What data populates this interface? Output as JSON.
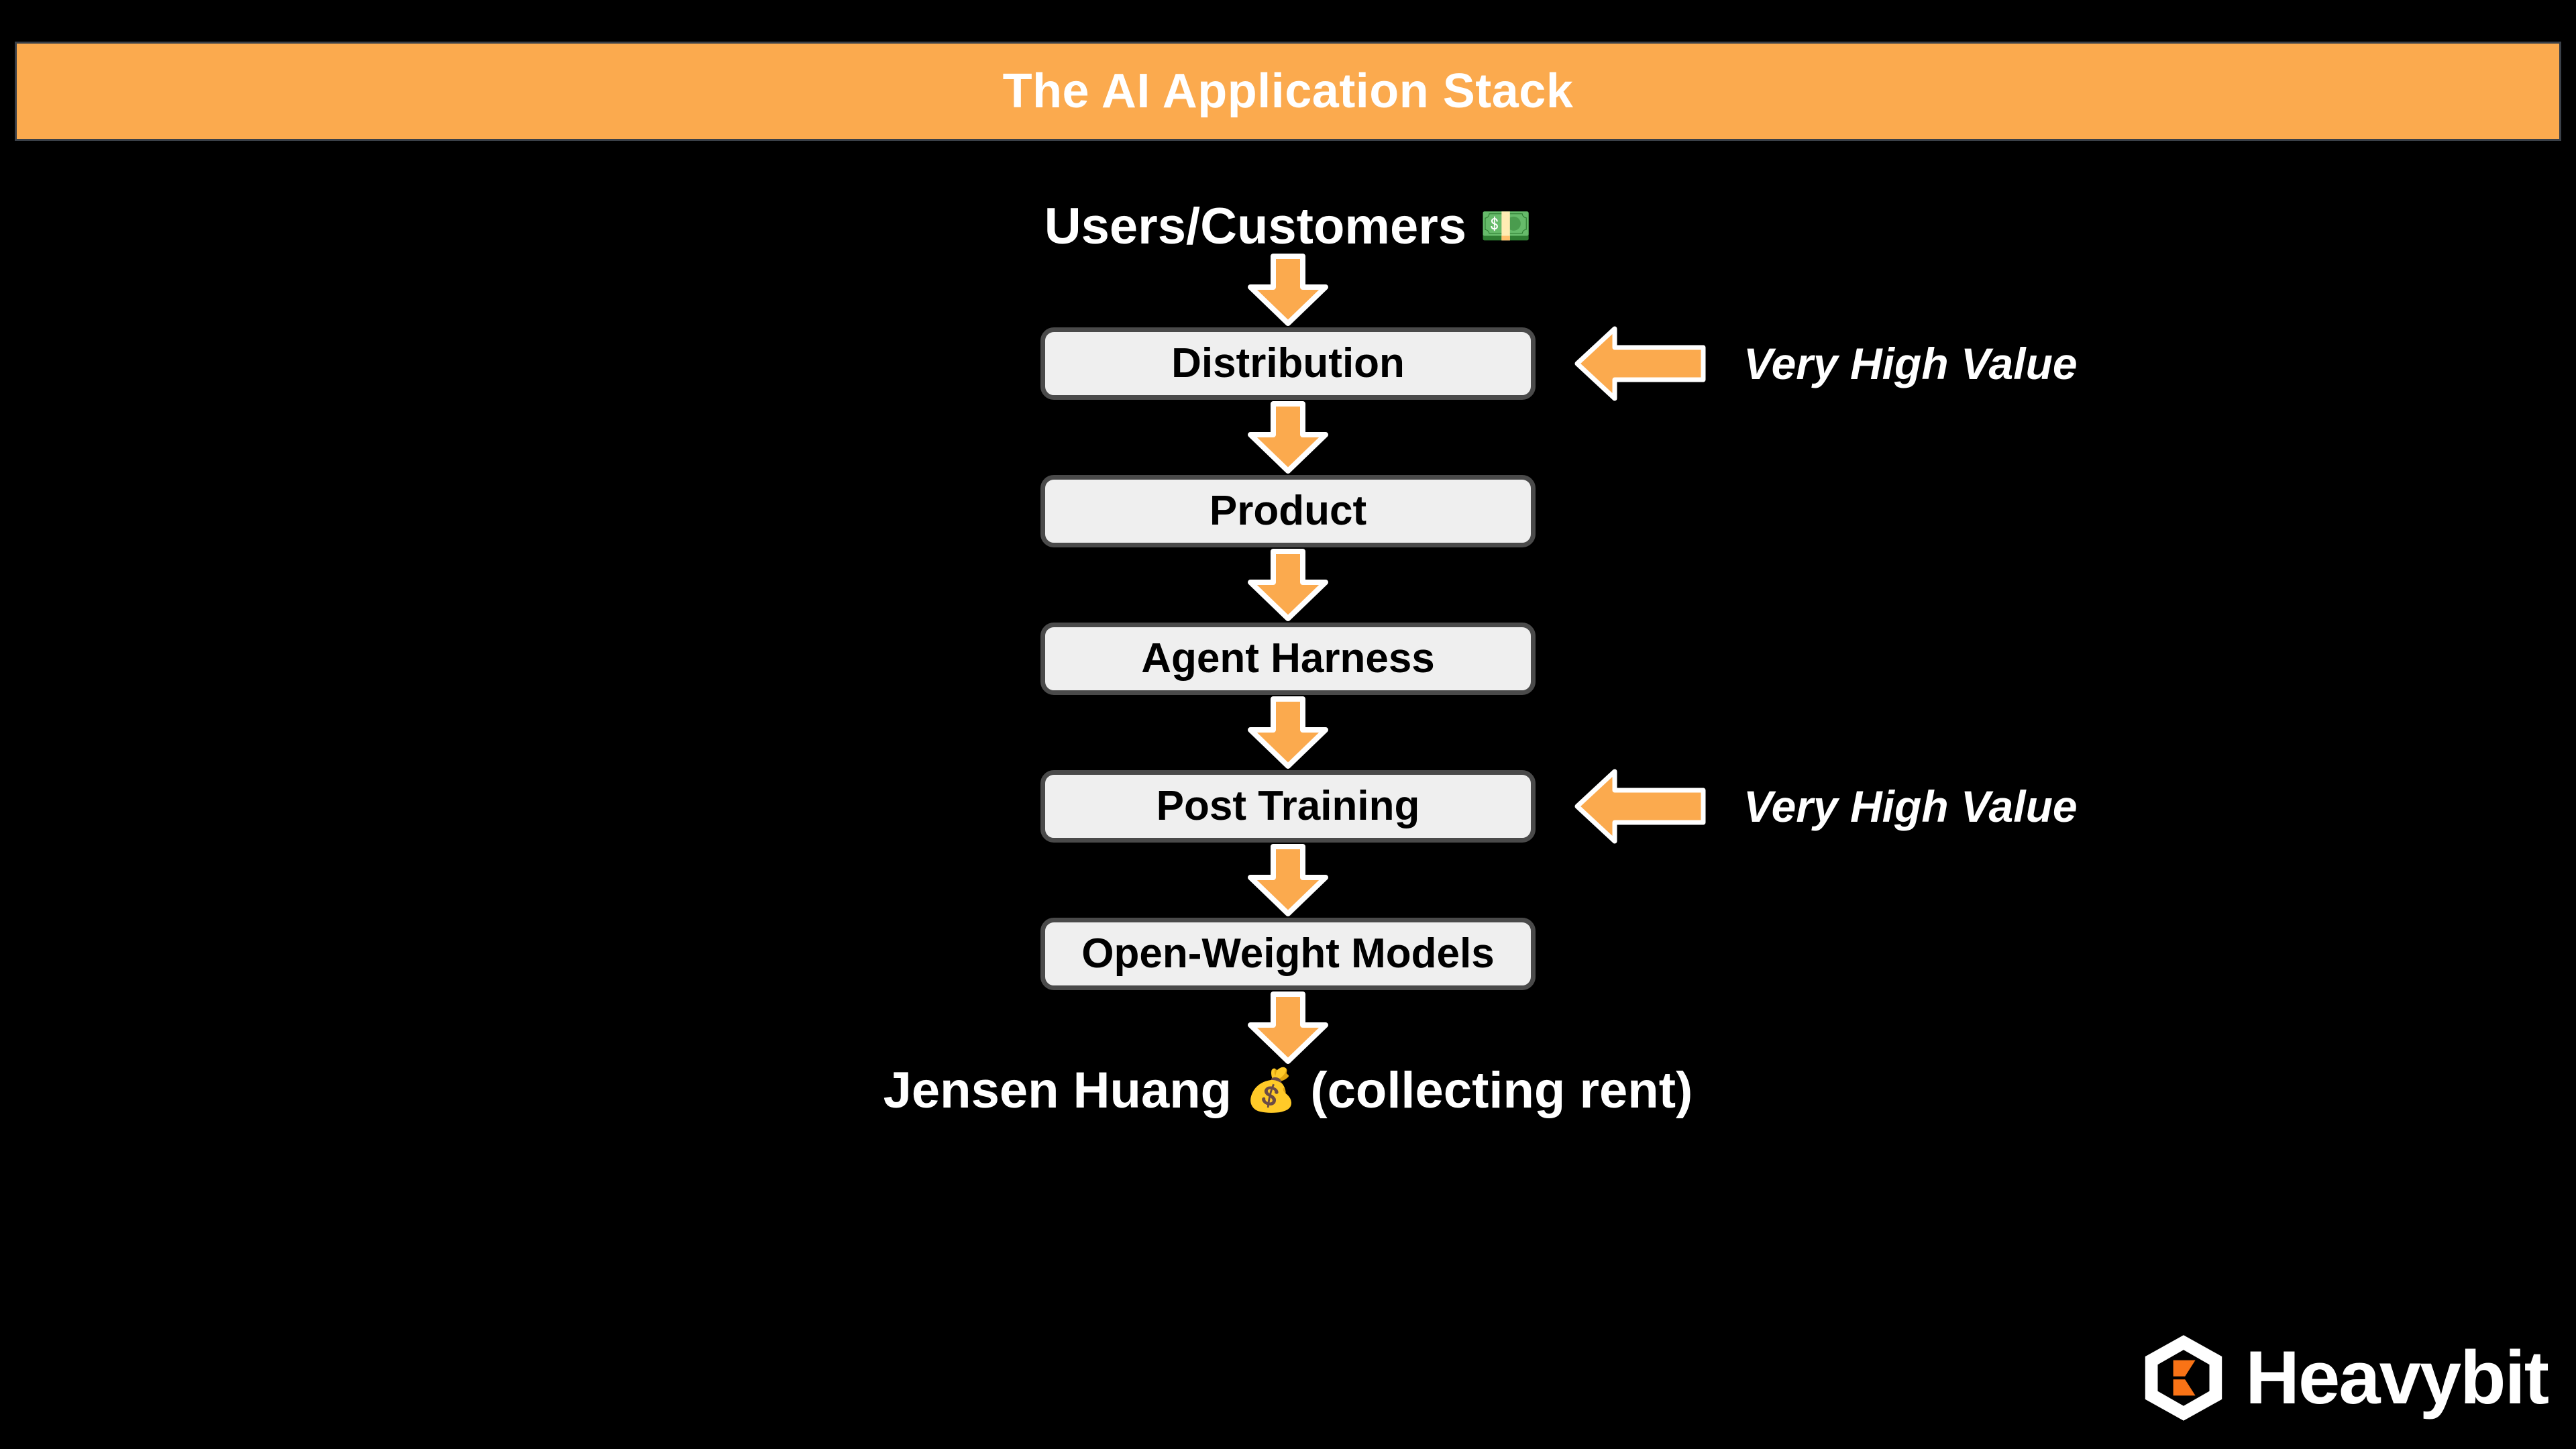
{
  "banner": {
    "title": "The AI Application Stack",
    "background_color": "#FBAA4E",
    "border_color": "#3a4048",
    "text_color": "#ffffff"
  },
  "canvas": {
    "background_color": "#000000"
  },
  "stack": {
    "top_label": {
      "text": "Users/Customers",
      "emoji": "💵",
      "emoji_name": "dollar-banknote-emoji"
    },
    "boxes": [
      {
        "label": "Distribution"
      },
      {
        "label": "Product"
      },
      {
        "label": "Agent Harness"
      },
      {
        "label": "Post Training"
      },
      {
        "label": "Open-Weight Models"
      }
    ],
    "bottom_label": {
      "text_before": "Jensen Huang",
      "emoji": "💰",
      "emoji_name": "money-bag-emoji",
      "text_after": "(collecting rent)"
    },
    "box_fill_color": "#EFEFEF",
    "box_border_color": "#4a4a4a",
    "box_text_color": "#000000",
    "arrow_fill_color": "#FBAA4E",
    "arrow_stroke_color": "#ffffff"
  },
  "annotations": [
    {
      "text": "Very High Value",
      "target": "Distribution"
    },
    {
      "text": "Very High Value",
      "target": "Post Training"
    }
  ],
  "logo": {
    "wordmark": "Heavybit",
    "mark_outline_color": "#ffffff",
    "mark_accent_color": "#F97316"
  }
}
